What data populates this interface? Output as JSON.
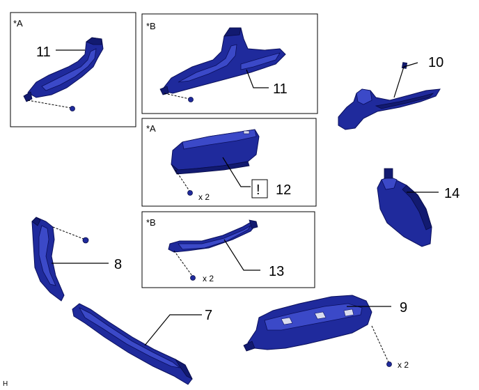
{
  "panels": [
    {
      "id": "tl",
      "tag": "*A"
    },
    {
      "id": "tc",
      "tag": "*B"
    },
    {
      "id": "mc",
      "tag": "*A"
    },
    {
      "id": "lc",
      "tag": "*B"
    }
  ],
  "callouts": {
    "c11a": "11",
    "c11b": "11",
    "c10": "10",
    "c12": "12",
    "c14": "14",
    "c8": "8",
    "c13": "13",
    "c7": "7",
    "c9": "9"
  },
  "caution_symbol": "!",
  "quantities": {
    "q12": "x 2",
    "q13": "x 2",
    "q9": "x 2"
  },
  "figure_code": "H",
  "colors": {
    "part_fill": "#1f2a9c",
    "part_highlight": "#3b49c8",
    "part_shadow": "#121a70"
  }
}
